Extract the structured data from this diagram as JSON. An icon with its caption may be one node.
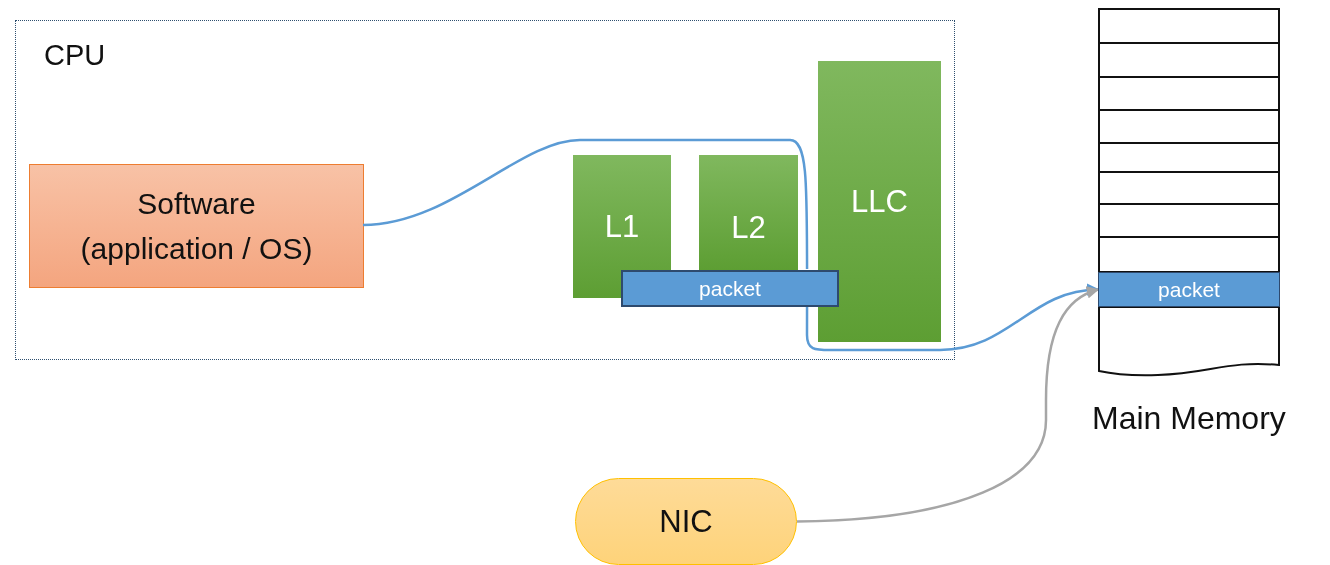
{
  "diagram": {
    "nodes": [
      {
        "text": [
          "CPU"
        ]
      },
      {
        "text": [
          "Software (application / OS)"
        ],
        "in": 0
      },
      {
        "text": [
          "L1"
        ],
        "in": 0
      },
      {
        "text": [
          "L2"
        ],
        "in": 0
      },
      {
        "text": [
          "LLC"
        ],
        "in": 0
      },
      {
        "text": [
          "packet"
        ],
        "in": 0
      },
      {
        "text": [
          "Main Memory"
        ]
      },
      {
        "text": [
          "packet"
        ],
        "in": 6
      },
      {
        "text": [
          "NIC"
        ]
      }
    ],
    "edges": [
      {
        "from": 1,
        "to": 5,
        "arrow": "none"
      },
      {
        "from": 5,
        "to": 7,
        "arrow": "to"
      },
      {
        "from": 8,
        "to": 7,
        "arrow": "to",
        "color": "#a6a6a6"
      }
    ]
  }
}
